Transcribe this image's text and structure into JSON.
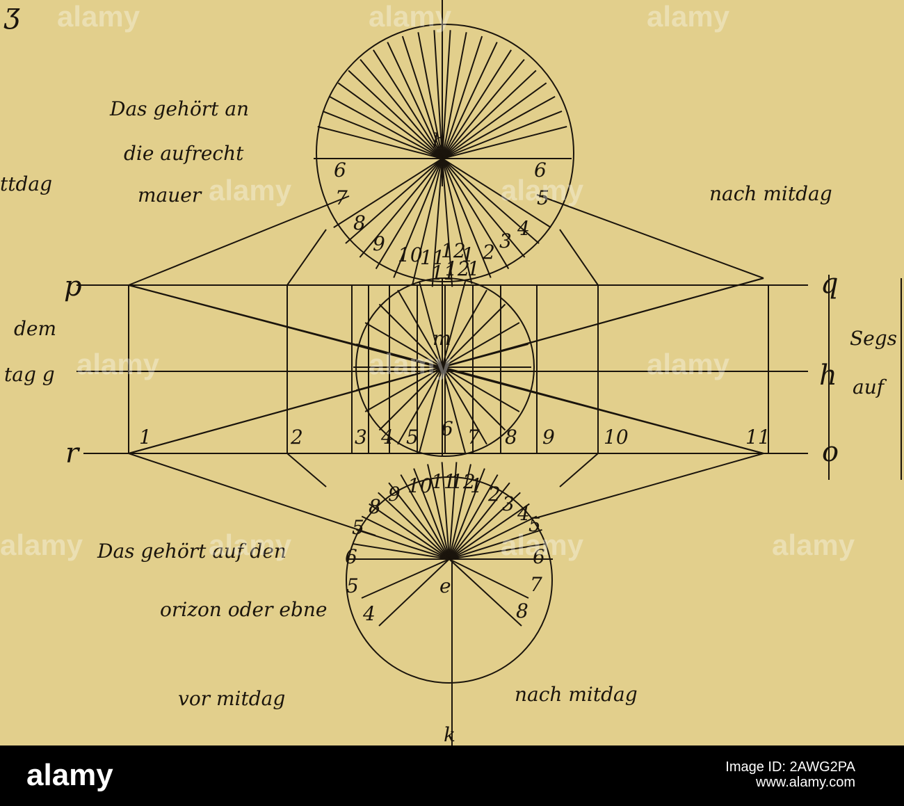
{
  "page": {
    "background": "#e2cf8c",
    "ink": "#1a140c"
  },
  "labels": {
    "top_left_letter": "ʒ",
    "left_block_top": [
      "Das gehört an",
      "die aufrecht",
      "mauer"
    ],
    "left_edge_top": "ttdag",
    "right_top": "nach mitdag",
    "left_letters": [
      "p",
      "dem",
      "tag g",
      "r"
    ],
    "right_letters": [
      "q",
      "h",
      "o"
    ],
    "right_edge_text": [
      "Segs",
      "auf"
    ],
    "center_top_letter": "b",
    "center_mid_letter": "m",
    "center_bottom_letter": "e",
    "bottom_center_letter": "k",
    "left_block_bottom": [
      "Das gehört auf den",
      "orizon oder ebne"
    ],
    "bottom_left": "vor mitdag",
    "bottom_right": "nach mitdag"
  },
  "top_dial": {
    "side_numbers": [
      "6",
      "6",
      "7",
      "5"
    ],
    "arc_numbers": [
      "8",
      "9",
      "10",
      "11",
      "12",
      "1",
      "2",
      "3",
      "4"
    ],
    "inner_numbers": [
      "11",
      "12",
      "1"
    ]
  },
  "bottom_dial": {
    "arc_numbers": [
      "5",
      "8",
      "9",
      "10",
      "11",
      "12",
      "1",
      "2",
      "3",
      "4",
      "5"
    ],
    "side_numbers": [
      "6",
      "6",
      "5",
      "7",
      "4",
      "8"
    ]
  },
  "projection_numbers": [
    "1",
    "2",
    "3",
    "4",
    "5",
    "6",
    "7",
    "8",
    "9",
    "10",
    "11"
  ],
  "watermark": {
    "text": "alamy",
    "color": "#ffffff"
  },
  "footer": {
    "logo": "alamy",
    "image_id": "Image ID: 2AWG2PA",
    "site": "www.alamy.com",
    "background": "#000000"
  }
}
